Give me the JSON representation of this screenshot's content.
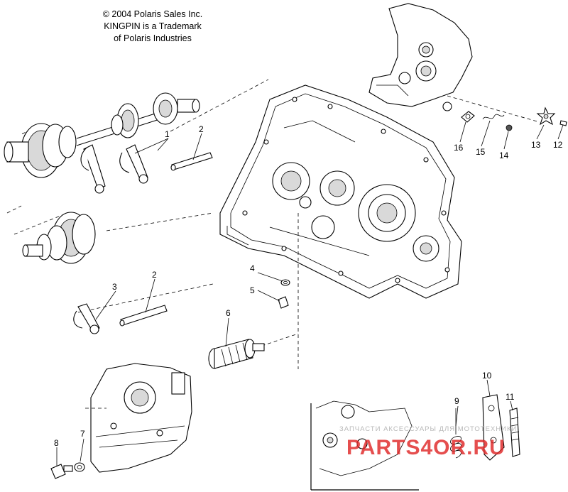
{
  "copyright": {
    "line1": "© 2004 Polaris Sales Inc.",
    "line2": "KINGPIN is a Trademark",
    "line3": "of Polaris Industries"
  },
  "callouts": [
    "1",
    "2",
    "2",
    "3",
    "4",
    "5",
    "6",
    "7",
    "8",
    "9",
    "10",
    "11",
    "12",
    "13",
    "14",
    "15",
    "16"
  ],
  "watermark": {
    "top": "ЗАПЧАСТИ АКСЕССУАРЫ ДЛЯ МОТОТЕХНИКИ",
    "brand": "PARTS4OR.RU",
    "brand_color": "#e02828"
  }
}
